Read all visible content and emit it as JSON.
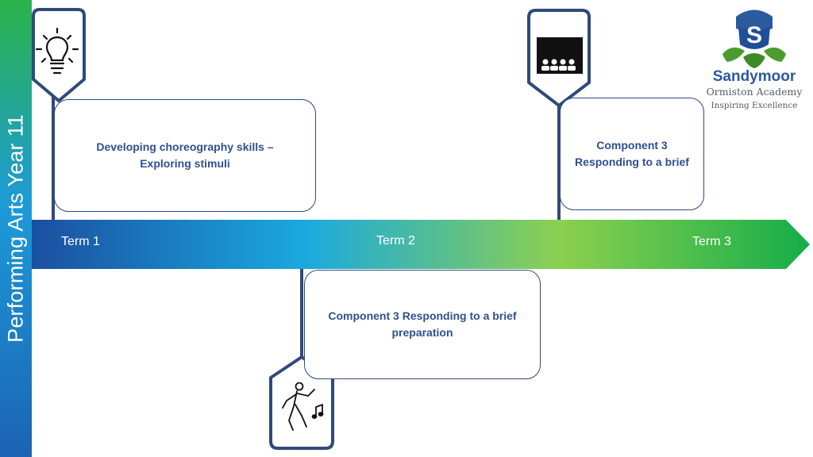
{
  "side_title": "Performing Arts Year 11",
  "terms": [
    "Term 1",
    "Term 2",
    "Term 3"
  ],
  "cards": {
    "choreography": "Developing choreography skills –\nExploring stimuli",
    "brief_prep": "Component 3 Responding to a brief\npreparation",
    "brief": "Component 3\nResponding to a brief"
  },
  "icons": {
    "term1": "lightbulb-icon",
    "term2": "dancer-icon",
    "term3": "theatre-audience-icon"
  },
  "logo": {
    "name": "Sandymoor",
    "subtitle": "Ormiston Academy",
    "tagline": "Inspiring Excellence"
  },
  "colors": {
    "navy": "#2f4a7a",
    "card_text": "#2f4f8f",
    "arrow_start": "#1b4fa0",
    "arrow_mid": "#1aa9df",
    "arrow_lime": "#8cd04f",
    "arrow_end": "#15ad4a"
  }
}
